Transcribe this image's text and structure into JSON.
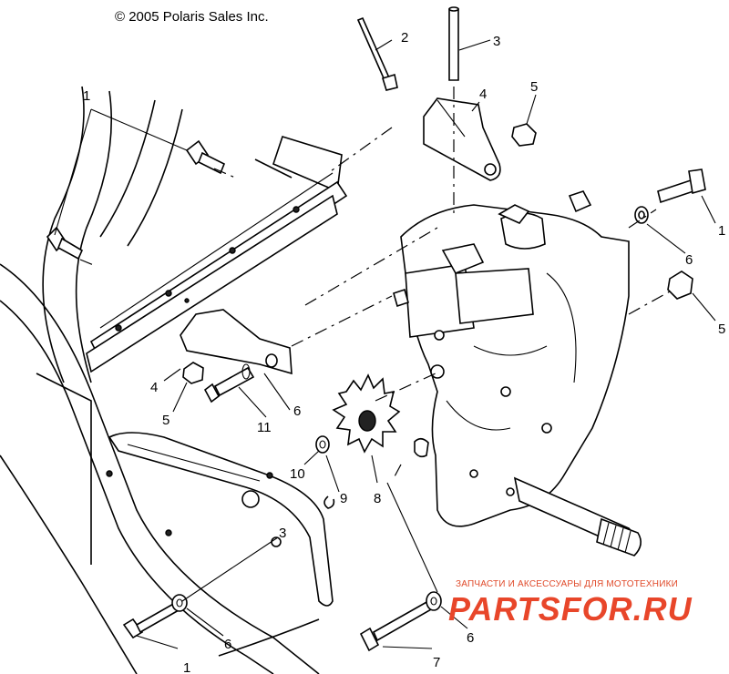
{
  "copyright": "© 2005 Polaris Sales Inc.",
  "callouts": [
    "1",
    "2",
    "3",
    "4",
    "5",
    "1",
    "6",
    "5",
    "4",
    "5",
    "11",
    "6",
    "10",
    "9",
    "8",
    "3",
    "6",
    "1",
    "7",
    "6"
  ],
  "watermark": {
    "tagline": "ЗАПЧАСТИ И АКСЕССУАРЫ ДЛЯ МОТОТЕХНИКИ",
    "site": "PARTSFOR.RU",
    "color": "#e8462a"
  }
}
